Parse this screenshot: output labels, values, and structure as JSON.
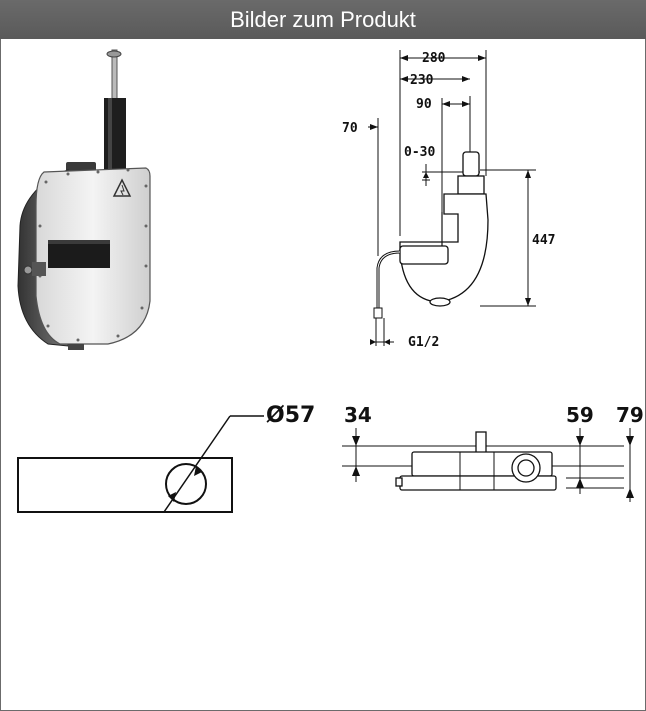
{
  "header": {
    "title": "Bilder zum Produkt"
  },
  "images": {
    "photo": {
      "alt": "Produktfoto Aufputz-Siphon"
    },
    "side_drawing": {
      "dim_280": "280",
      "dim_230": "230",
      "dim_90": "90",
      "dim_70": "70",
      "dim_0_30": "0-30",
      "dim_447": "447",
      "dim_g12": "G1/2"
    },
    "cut_drawing": {
      "diameter": "Ø57"
    },
    "top_drawing": {
      "dim_34": "34",
      "dim_59": "59",
      "dim_79": "79"
    }
  }
}
